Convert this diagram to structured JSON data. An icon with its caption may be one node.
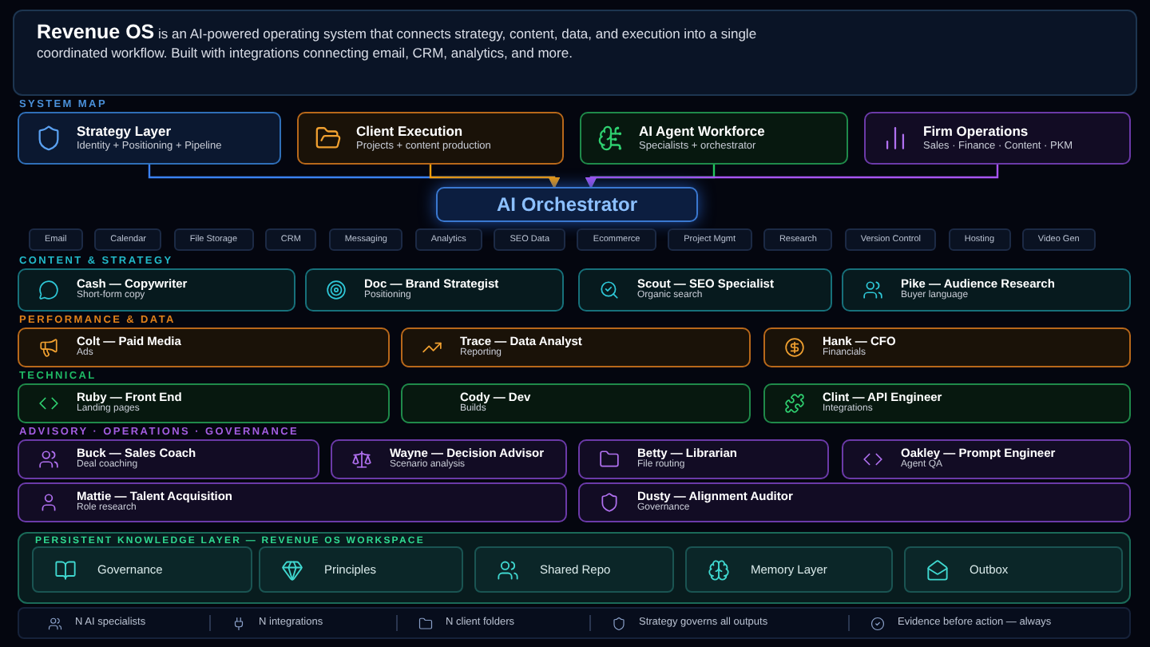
{
  "diagram": {
    "nodes": [
      {
        "text": [
          "**Revenue OS** is an AI-powered operating system that connects strategy, content, data, and execution into a single coordinated workflow. Built with integrations connecting email, CRM, analytics, and more."
        ]
      },
      {
        "text": [
          "Strategy Layer",
          "Identity + Positioning + Pipeline"
        ]
      },
      {
        "text": [
          "Client Execution",
          "Projects + content production"
        ]
      },
      {
        "text": [
          "AI Agent Workforce",
          "Specialists + orchestrator"
        ]
      },
      {
        "text": [
          "Firm Operations",
          "Sales · Finance · Content · PKM"
        ]
      },
      {
        "text": [
          "AI Orchestrator"
        ]
      },
      {
        "text": [
          "Email"
        ]
      },
      {
        "text": [
          "Calendar"
        ]
      },
      {
        "text": [
          "File Storage"
        ]
      },
      {
        "text": [
          "CRM"
        ]
      },
      {
        "text": [
          "Messaging"
        ]
      },
      {
        "text": [
          "Analytics"
        ]
      },
      {
        "text": [
          "SEO Data"
        ]
      },
      {
        "text": [
          "Ecommerce"
        ]
      },
      {
        "text": [
          "Project Mgmt"
        ]
      },
      {
        "text": [
          "Research"
        ]
      },
      {
        "text": [
          "Version Control"
        ]
      },
      {
        "text": [
          "Hosting"
        ]
      },
      {
        "text": [
          "Video Gen"
        ]
      },
      {
        "text": [
          "Cash — Copywriter",
          "Short-form copy"
        ]
      },
      {
        "text": [
          "Doc — Brand Strategist",
          "Positioning"
        ]
      },
      {
        "text": [
          "Scout — SEO Specialist",
          "Organic search"
        ]
      },
      {
        "text": [
          "Pike — Audience Research",
          "Buyer language"
        ]
      },
      {
        "text": [
          "Colt — Paid Media",
          "Ads"
        ]
      },
      {
        "text": [
          "Trace — Data Analyst",
          "Reporting"
        ]
      },
      {
        "text": [
          "Hank — CFO",
          "Financials"
        ]
      },
      {
        "text": [
          "Ruby — Front End",
          "Landing pages"
        ]
      },
      {
        "text": [
          "Cody — Dev",
          "Builds"
        ]
      },
      {
        "text": [
          "Clint — API Engineer",
          "Integrations"
        ]
      },
      {
        "text": [
          "Buck — Sales Coach",
          "Deal coaching"
        ]
      },
      {
        "text": [
          "Wayne — Decision Advisor",
          "Scenario analysis"
        ]
      },
      {
        "text": [
          "Betty — Librarian",
          "File routing"
        ]
      },
      {
        "text": [
          "Oakley — Prompt Engineer",
          "Agent QA"
        ]
      },
      {
        "text": [
          "Mattie — Talent Acquisition",
          "Role research"
        ]
      },
      {
        "text": [
          "Dusty — Alignment Auditor",
          "Governance"
        ]
      },
      {
        "text": [
          "PERSISTENT KNOWLEDGE LAYER — REVENUE OS WORKSPACE"
        ]
      },
      {
        "text": [
          "Governance"
        ],
        "in": 35
      },
      {
        "text": [
          "Principles"
        ],
        "in": 35
      },
      {
        "text": [
          "Shared Repo"
        ],
        "in": 35
      },
      {
        "text": [
          "Memory Layer"
        ],
        "in": 35
      },
      {
        "text": [
          "Outbox"
        ],
        "in": 35
      }
    ],
    "edges": [
      {
        "from": 1,
        "to": 5,
        "arrow": "to",
        "color": "#3b82f6"
      },
      {
        "from": 2,
        "to": 5,
        "arrow": "to",
        "color": "#f59e0b"
      },
      {
        "from": 3,
        "to": 5,
        "arrow": "to",
        "color": "#22c55e"
      },
      {
        "from": 4,
        "to": 5,
        "arrow": "to",
        "color": "#a855f7"
      }
    ],
    "labels": [
      "SYSTEM MAP",
      "CONTENT & STRATEGY",
      "PERFORMANCE & DATA",
      "TECHNICAL",
      "ADVISORY · OPERATIONS · GOVERNANCE",
      "N AI specialists",
      "N integrations",
      "N client folders",
      "Strategy governs all outputs",
      "Evidence before action — always"
    ]
  }
}
